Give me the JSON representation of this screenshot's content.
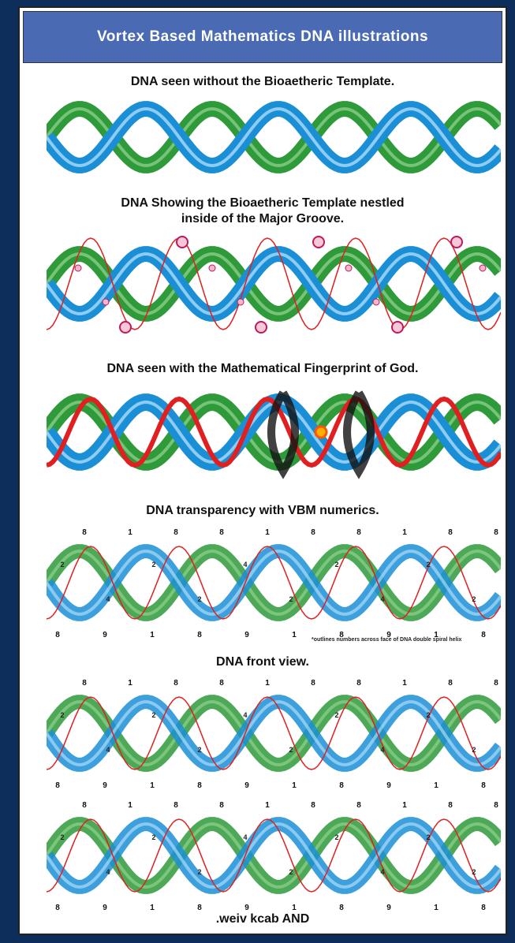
{
  "header": {
    "title": "Vortex Based Mathematics DNA illustrations"
  },
  "captions": {
    "c1": "DNA seen without the Bioaetheric Template.",
    "c2a": "DNA Showing the Bioaetheric Template nestled",
    "c2b": "inside of the Major Groove.",
    "c3": "DNA seen with the Mathematical Fingerprint of God.",
    "c4": "DNA transparency with VBM numerics.",
    "c5": "DNA front view.",
    "c6": ".weiv kcab AND"
  },
  "footnote": "*outlines numbers across face of DNA double spiral helix",
  "numerics": {
    "top_row": [
      "8",
      "1",
      "8",
      "8",
      "1",
      "8",
      "8",
      "1",
      "8",
      "8"
    ],
    "bottom_row": [
      "8",
      "9",
      "1",
      "8",
      "9",
      "1",
      "8",
      "9",
      "1",
      "8"
    ],
    "inner_row": [
      "2",
      "4",
      "2",
      "2",
      "4",
      "2",
      "2",
      "4",
      "2",
      "2"
    ]
  },
  "colors": {
    "blue_strand": "#1b8fd6",
    "green_strand": "#2e9a3a",
    "red_line": "#e02020",
    "black_loop": "#111111",
    "header": "#4a6bb3",
    "background": "#0d2e5a"
  }
}
